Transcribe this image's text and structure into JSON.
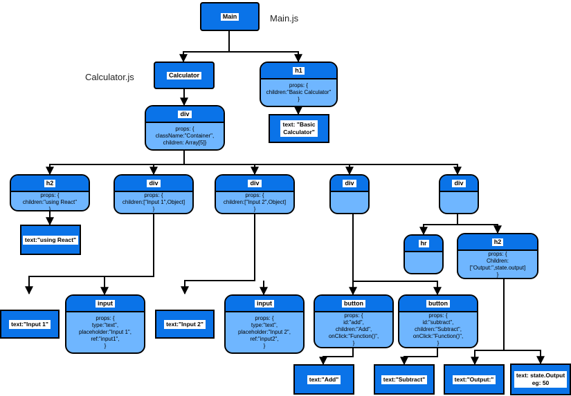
{
  "files": {
    "main": "Main.js",
    "calculator": "Calculator.js"
  },
  "nodes": {
    "main": {
      "title": "Main"
    },
    "calculator": {
      "title": "Calculator"
    },
    "h1": {
      "title": "h1",
      "props": "props: {\nchildren:\"Basic Calculator\"\n}"
    },
    "h1_text": {
      "text": "text: \"Basic\nCalculator\""
    },
    "div_root": {
      "title": "div",
      "props": "props: {\nclassName:\"Container\",\nchildren: Array[5]}"
    },
    "h2_1": {
      "title": "h2",
      "props": "props: {\nchildren:\"using React\"\n}"
    },
    "h2_1_text": {
      "text": "text:\"using React\""
    },
    "div_input1": {
      "title": "div",
      "props": "props: {\nchildren:[\"Input 1\",Object]\n}"
    },
    "div_input2": {
      "title": "div",
      "props": "props: {\nchildren:[\"Input 2\",Object]\n}"
    },
    "div_buttons": {
      "title": "div"
    },
    "div_output": {
      "title": "div"
    },
    "input1_text": {
      "text": "text:\"Input 1\""
    },
    "input1": {
      "title": "input",
      "props": "props: {\ntype:\"text\",\nplaceholder:\"Input 1\",\nref:\"input1\",\n}"
    },
    "input2_text": {
      "text": "text:\"Input 2\""
    },
    "input2": {
      "title": "input",
      "props": "props: {\ntype:\"text\",\nplaceholder:\"Input 2\",\nref:\"input2\",\n}"
    },
    "button_add": {
      "title": "button",
      "props": "props: {\nid:\"add\",\nchildren:\"Add\",\nonClick:\"Function()\",\n}"
    },
    "button_sub": {
      "title": "button",
      "props": "props: {\nid:\"subtract\",\nchildren:\"Subtract\",\nonClick:\"Function()\",\n}"
    },
    "add_text": {
      "text": "text:\"Add\""
    },
    "sub_text": {
      "text": "text:\"Subtract\""
    },
    "hr": {
      "title": "hr"
    },
    "h2_out": {
      "title": "h2",
      "props": "props: {\nChildren:\n[\"Output:\",state.output]\n}"
    },
    "output_text": {
      "text": "text:\"Output:\""
    },
    "state_text": {
      "text": "text: state.Output\neg: 50"
    }
  }
}
